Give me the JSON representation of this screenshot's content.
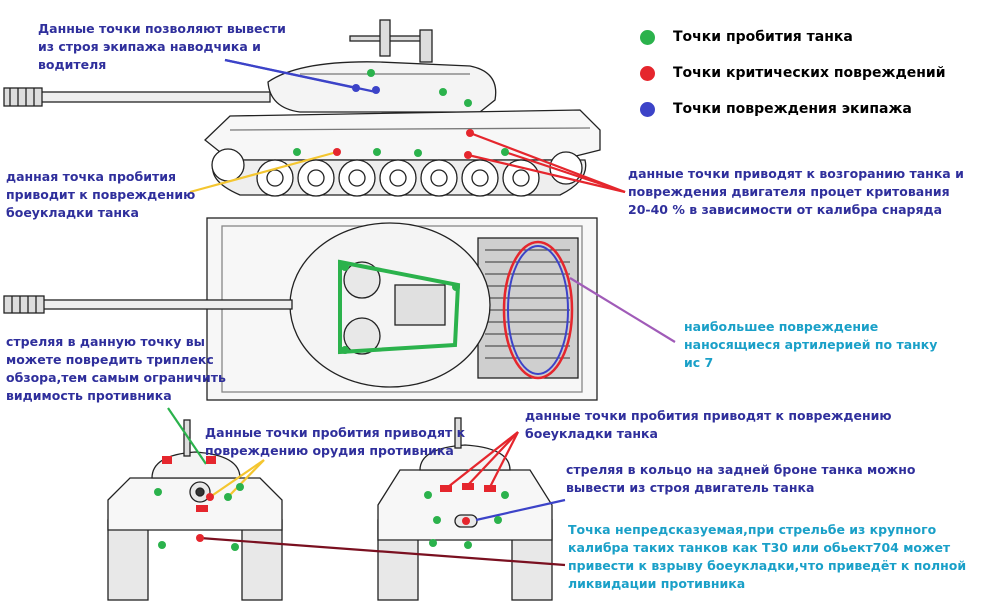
{
  "colors": {
    "green": "#2bb24c",
    "red": "#e5262d",
    "blue": "#3c43c8",
    "crew_text": "#2f2f9c",
    "green_text": "#1a8a3a",
    "cyan_text": "#1aa0c8",
    "yellow_line": "#f4c630",
    "purple_line": "#a05bb8",
    "maroon_line": "#7a1020",
    "outline": "#222222"
  },
  "legend": [
    {
      "label": "Точки пробития танка",
      "color": "#2bb24c"
    },
    {
      "label": "Точки критических повреждений",
      "color": "#e5262d"
    },
    {
      "label": "Точки повреждения экипажа",
      "color": "#3c43c8"
    }
  ],
  "annotations": {
    "crew": "Данные точки позволяют вывести\nиз строя экипажа наводчика и\nводителя",
    "ammo_side": "данная точка пробития\nприводит к повреждению\nбоеукладки танка",
    "engine_fire": "данные точки приводят к возгоранию танка и\nповреждения двигателя процет критования\n20-40 % в зависимости от калибра снаряда",
    "artillery": "наибольшее повреждение\nнаносящиеся артилерией по танку\nис 7",
    "triplex": "стреляя в данную точку вы\nможете повредить триплекс\nобзора,тем самым ограничить\nвидимость противника",
    "gun_damage": "Данные точки пробития приводят к\nповреждению орудия противника",
    "ammo_rear": "данные точки пробития приводят к повреждению\nбоеукладки танка",
    "ring": "стреляя в кольцо на задней броне танка можно\nвывести из строя двигатель танка",
    "unpredictable": "Точка непредсказуемая,при стрельбе из крупного\nкалибра таких танков как Т30 или обьект704 может\nпривести к взрыву боеукладки,что приведёт к полной\nликвидации противника"
  }
}
